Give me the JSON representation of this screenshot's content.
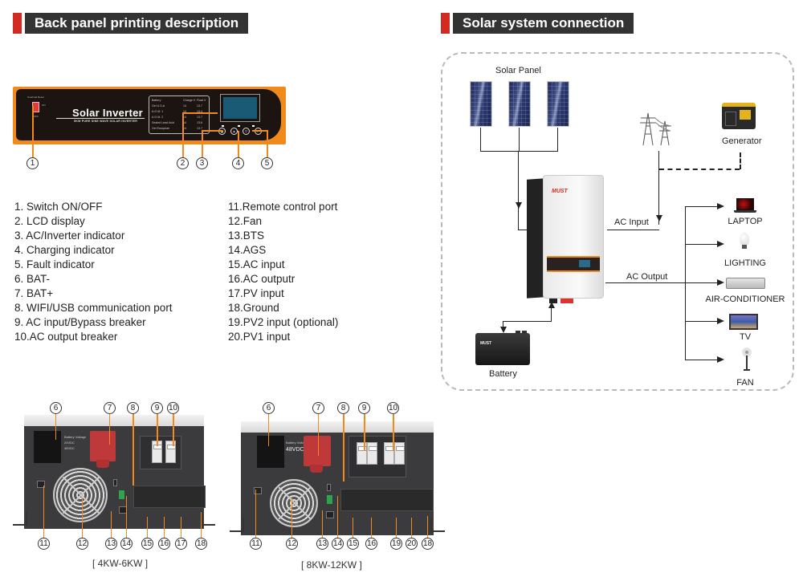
{
  "sections": {
    "back_panel_title": "Back panel printing description",
    "solar_title": "Solar system connection"
  },
  "front_panel": {
    "brand": "Solar Inverter",
    "tagline": "5KW PURE SINE WAVE SOLAR INVERTER",
    "switch_label_top": "Overload Reset",
    "switch_label_on": "ON",
    "switch_label_off": "OFF",
    "battery_table": {
      "headers": [
        "Battery",
        "Charge V",
        "Float V"
      ],
      "rows": [
        [
          "Gel U.S.A",
          "14",
          "13.7"
        ],
        [
          "A.G.M. 1",
          "14",
          "13.4"
        ],
        [
          "A.G.M. 2",
          "14",
          "13.7"
        ],
        [
          "Sealed Lead Acid",
          "14",
          "13.6"
        ],
        [
          "Gel European",
          "14",
          "13.7"
        ]
      ]
    },
    "led_labels": [
      "INVERTER",
      "CHARGE",
      "FAULT"
    ],
    "buttons": [
      "MENU",
      "UP",
      "DOWN",
      "ENTER"
    ],
    "callouts": [
      "1",
      "2",
      "3",
      "4",
      "5"
    ]
  },
  "legend_left": [
    "1.  Switch ON/OFF",
    "2.  LCD display",
    "3.  AC/Inverter indicator",
    "4.  Charging indicator",
    "5.  Fault indicator",
    "6.  BAT-",
    "7.  BAT+",
    "8.  WIFI/USB communication port",
    "9.  AC input/Bypass breaker",
    "10.AC output breaker"
  ],
  "legend_right": [
    "11.Remote control port",
    "12.Fan",
    "13.BTS",
    "14.AGS",
    "15.AC input",
    "16.AC outputr",
    "17.PV input",
    "18.Ground",
    "19.PV2 input (optional)",
    "20.PV1 input"
  ],
  "back_small": {
    "caption": "[ 4KW-6KW ]",
    "top_callouts": [
      "6",
      "7",
      "8",
      "9",
      "10"
    ],
    "bottom_callouts": [
      "11",
      "12",
      "13",
      "14",
      "15",
      "16",
      "17",
      "18"
    ],
    "battery_voltage_label": "Battery Voltage",
    "battery_voltage_values": [
      "24VDC",
      "48VDC"
    ]
  },
  "back_large": {
    "caption": "[ 8KW-12KW ]",
    "top_callouts": [
      "6",
      "7",
      "8",
      "9",
      "10"
    ],
    "bottom_callouts": [
      "11",
      "12",
      "13",
      "14",
      "15",
      "16",
      "19",
      "20",
      "18"
    ],
    "battery_voltage_label": "Battery Voltage",
    "battery_voltage_value": "48VDC"
  },
  "solar_system": {
    "solar_panel_label": "Solar Panel",
    "generator_label": "Generator",
    "ac_input_label": "AC Input",
    "ac_output_label": "AC Output",
    "battery_label": "Battery",
    "inverter_brand": "MUST",
    "battery_brand": "MUST",
    "loads": [
      "LAPTOP",
      "LIGHTING",
      "AIR-CONDITIONER",
      "TV",
      "FAN"
    ]
  },
  "colors": {
    "accent_red": "#d22b22",
    "header_bar": "#333333",
    "callout_orange": "#f08a1c"
  }
}
